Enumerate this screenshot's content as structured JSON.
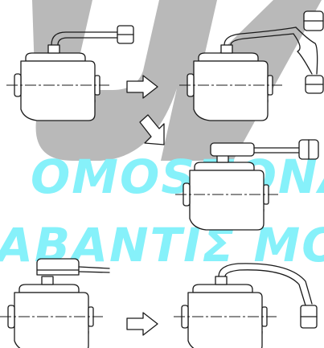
{
  "watermark": {
    "line1": "OMOSΠΟΝΔ",
    "line2": "ΑΒΑΝΤΙΣ ΜΟΝ",
    "gray_color": "#b9b9b9",
    "cyan_color": "#86f1fa"
  },
  "steps": [
    {
      "id": "step-1",
      "note": "reservoir with tilted hose pipe"
    },
    {
      "id": "step-2",
      "note": "reservoir with forked pipe"
    },
    {
      "id": "step-3",
      "note": "reservoir with cap and horizontal arm"
    },
    {
      "id": "step-4",
      "note": "reservoir with flat cap and thin hose"
    },
    {
      "id": "step-5",
      "note": "reservoir with curved downward hose"
    }
  ],
  "arrows": [
    {
      "from": "step-1",
      "to": "step-2"
    },
    {
      "from": "step-1",
      "to": "step-3"
    },
    {
      "from": "step-4",
      "to": "step-5"
    }
  ]
}
